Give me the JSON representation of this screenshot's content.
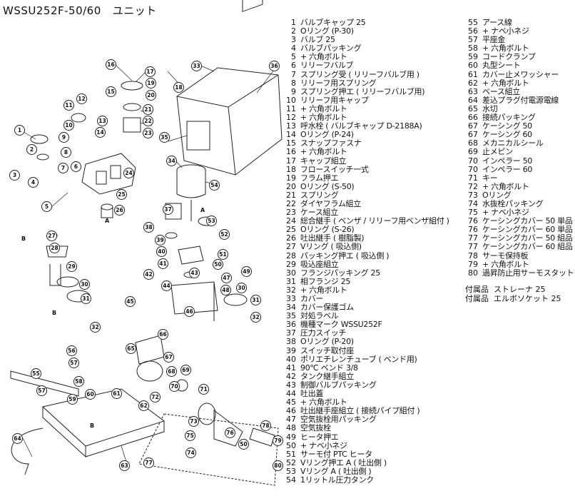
{
  "title": {
    "model": "WSSU252F-50/60",
    "unit": "ユニット"
  },
  "parts_left": [
    {
      "no": "1",
      "name": "バルブキャップ 25"
    },
    {
      "no": "2",
      "name": "Oリング (P-30)"
    },
    {
      "no": "3",
      "name": "バルブ 25"
    },
    {
      "no": "4",
      "name": "バルブパッキング"
    },
    {
      "no": "5",
      "name": "+ 六角ボルト"
    },
    {
      "no": "6",
      "name": "リリーフバルブ"
    },
    {
      "no": "7",
      "name": "スプリング受 ( リリーフバルブ用 )"
    },
    {
      "no": "8",
      "name": "リリーフ用スプリング"
    },
    {
      "no": "9",
      "name": "スプリング押エ ( リリーフバルブ用)"
    },
    {
      "no": "10",
      "name": "リリーフ用キャップ"
    },
    {
      "no": "11",
      "name": "+ 六角ボルト"
    },
    {
      "no": "12",
      "name": "+ 六角ボルト"
    },
    {
      "no": "13",
      "name": "呼水栓 ( バルブキャップ D-2188A)"
    },
    {
      "no": "14",
      "name": "Oリング (P-24)"
    },
    {
      "no": "15",
      "name": "スナップファスナ"
    },
    {
      "no": "16",
      "name": "+ 六角ボルト"
    },
    {
      "no": "17",
      "name": "キャップ組立"
    },
    {
      "no": "18",
      "name": "フロースイッチ一式"
    },
    {
      "no": "19",
      "name": "フラム押エ"
    },
    {
      "no": "20",
      "name": "Oリング (S-50)"
    },
    {
      "no": "21",
      "name": "スプリング"
    },
    {
      "no": "22",
      "name": "ダイヤフラム組立"
    },
    {
      "no": "23",
      "name": "ケース組立"
    },
    {
      "no": "24",
      "name": "総合継手 ( ベンザ / リリーフ用ベンザ組付 )"
    },
    {
      "no": "25",
      "name": "Oリング (S-26)"
    },
    {
      "no": "26",
      "name": "吐出継手 ( 樹脂製)"
    },
    {
      "no": "27",
      "name": "Vリング ( 吸込側)"
    },
    {
      "no": "28",
      "name": "パッキング押エ ( 吸込側 )"
    },
    {
      "no": "29",
      "name": "吸込座組立"
    },
    {
      "no": "30",
      "name": "フランジパッキング 25"
    },
    {
      "no": "31",
      "name": "相フランジ 25"
    },
    {
      "no": "32",
      "name": "+ 六角ボルト"
    },
    {
      "no": "33",
      "name": "カバー"
    },
    {
      "no": "34",
      "name": "カバー保護ゴム"
    },
    {
      "no": "35",
      "name": "対処ラベル"
    },
    {
      "no": "36",
      "name": "機種マーク WSSU252F"
    },
    {
      "no": "37",
      "name": "圧力スイッチ"
    },
    {
      "no": "38",
      "name": "Oリング (P-20)"
    },
    {
      "no": "39",
      "name": "スイッチ取付座"
    },
    {
      "no": "40",
      "name": "ポリエチレンチューブ ( ベンド用)"
    },
    {
      "no": "41",
      "name": "90℃ ベンド 3/8"
    },
    {
      "no": "42",
      "name": "タンク継手組立"
    },
    {
      "no": "43",
      "name": "制御バルブパッキング"
    },
    {
      "no": "44",
      "name": "吐出蓋"
    },
    {
      "no": "45",
      "name": "+ 六角ボルト"
    },
    {
      "no": "46",
      "name": "吐出継手座組立 ( 接続パイプ組付 )"
    },
    {
      "no": "47",
      "name": "空気抜栓用パッキング"
    },
    {
      "no": "48",
      "name": "空気抜栓"
    },
    {
      "no": "49",
      "name": "ヒータ押エ"
    },
    {
      "no": "50",
      "name": "+ ナベ小ネジ"
    },
    {
      "no": "51",
      "name": "サーモ付 PTC ヒータ"
    },
    {
      "no": "52",
      "name": "Vリング押エ A ( 吐出側 )"
    },
    {
      "no": "53",
      "name": "Vリング A ( 吐出側 )"
    },
    {
      "no": "54",
      "name": "1リットル圧力タンク"
    }
  ],
  "parts_right": [
    {
      "no": "55",
      "name": "アース線"
    },
    {
      "no": "56",
      "name": "+ ナベ小ネジ"
    },
    {
      "no": "57",
      "name": "平座金"
    },
    {
      "no": "58",
      "name": "+ 六角ボルト"
    },
    {
      "no": "59",
      "name": "コードクランプ"
    },
    {
      "no": "60",
      "name": "丸型シート"
    },
    {
      "no": "61",
      "name": "カバー止メワッシャー"
    },
    {
      "no": "62",
      "name": "+ 六角ボルト"
    },
    {
      "no": "63",
      "name": "ベース組立"
    },
    {
      "no": "64",
      "name": "差込プラグ付電源電線"
    },
    {
      "no": "65",
      "name": "水切"
    },
    {
      "no": "66",
      "name": "接続パッキング"
    },
    {
      "no": "67",
      "name": "ケーシング 50"
    },
    {
      "no": "67",
      "name": "ケーシング 60"
    },
    {
      "no": "68",
      "name": "メカニカルシール"
    },
    {
      "no": "69",
      "name": "止メピン"
    },
    {
      "no": "70",
      "name": "インペラー 50"
    },
    {
      "no": "70",
      "name": "インペラー 60"
    },
    {
      "no": "71",
      "name": "キー"
    },
    {
      "no": "72",
      "name": "+ 六角ボルト"
    },
    {
      "no": "73",
      "name": "Oリング"
    },
    {
      "no": "74",
      "name": "水抜栓パッキング"
    },
    {
      "no": "75",
      "name": "+ ナベ小ネジ"
    },
    {
      "no": "76",
      "name": "ケーシングカバー 50 単品"
    },
    {
      "no": "76",
      "name": "ケーシングカバー 60 単品"
    },
    {
      "no": "77",
      "name": "ケーシングカバー 50 組品"
    },
    {
      "no": "77",
      "name": "ケーシングカバー 60 組品"
    },
    {
      "no": "78",
      "name": "サーモ保持板"
    },
    {
      "no": "79",
      "name": "+ 六角ボルト"
    },
    {
      "no": "80",
      "name": "過昇防止用サーモスタット"
    }
  ],
  "accessories": [
    {
      "label": "付属品",
      "name": "ストレーナ 25"
    },
    {
      "label": "付属品",
      "name": "エルボソケット 25"
    }
  ],
  "callouts": [
    "16",
    "17",
    "15",
    "19",
    "20",
    "18",
    "33",
    "36",
    "11",
    "12",
    "10",
    "13",
    "21",
    "22",
    "23",
    "9",
    "8",
    "7",
    "14",
    "1",
    "2",
    "6",
    "35",
    "34",
    "24",
    "3",
    "4",
    "54",
    "25",
    "5",
    "26",
    "27",
    "28",
    "29",
    "30",
    "31",
    "32",
    "37",
    "53",
    "38",
    "52",
    "39",
    "40",
    "51",
    "41",
    "42",
    "43",
    "50",
    "49",
    "44",
    "45",
    "47",
    "48",
    "31",
    "30",
    "32",
    "46",
    "66",
    "65",
    "67",
    "68",
    "69",
    "70",
    "72",
    "71",
    "56",
    "57",
    "58",
    "59",
    "60",
    "61",
    "62",
    "55",
    "57",
    "64",
    "63",
    "73",
    "75",
    "74",
    "77",
    "76",
    "50",
    "78",
    "79",
    "80"
  ],
  "letters": [
    "A",
    "B",
    "A",
    "B",
    "B"
  ]
}
